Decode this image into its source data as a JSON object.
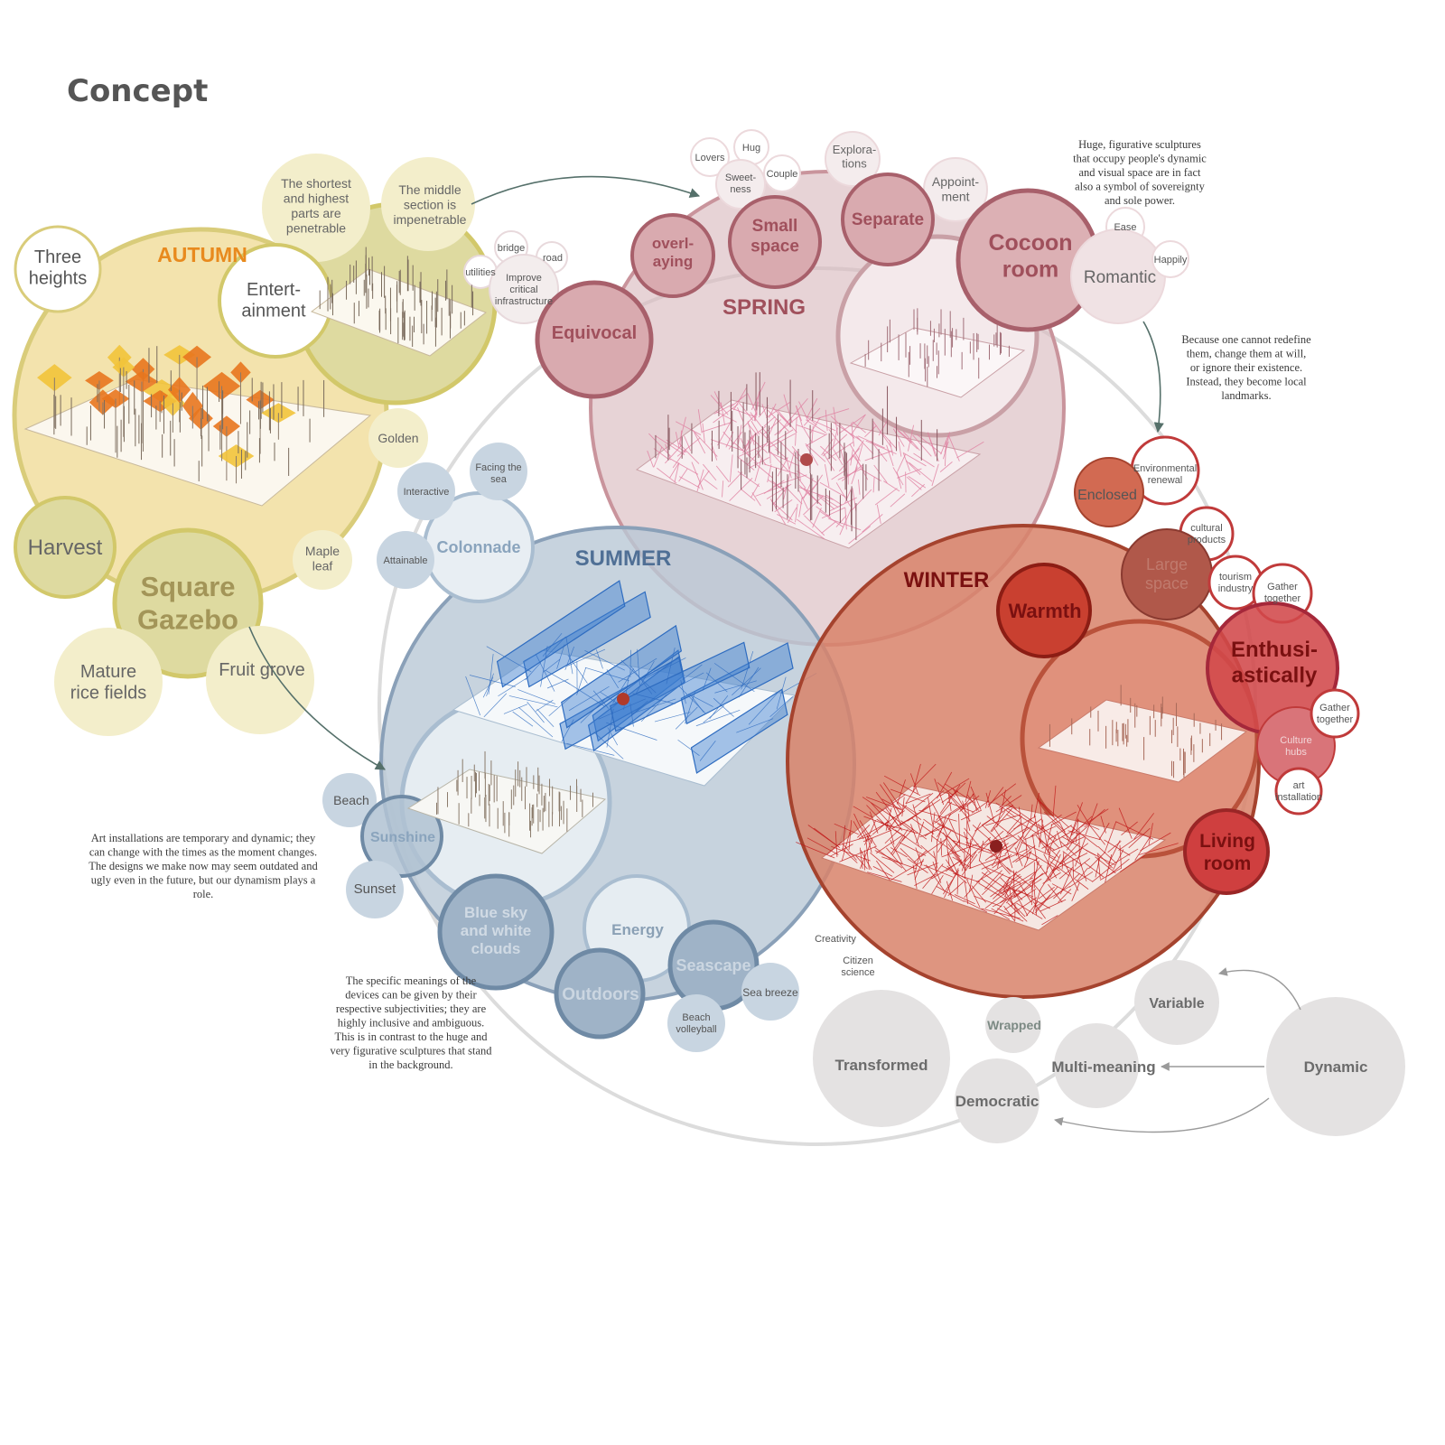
{
  "page": {
    "title": "Concept"
  },
  "colors": {
    "autumn": "#e8c84a",
    "autumn_text": "#e88a1e",
    "spring": "#d7a7ae",
    "spring_text": "#a0505c",
    "summer": "#8fa9c0",
    "summer_text": "#4f6f95",
    "winter": "#c8452c",
    "winter_text": "#7a1010",
    "grey": "#e4e2e2",
    "ring": "#d8d8d8"
  },
  "seasons": {
    "autumn": "AUTUMN",
    "spring": "SPRING",
    "summer": "SUMMER",
    "winter": "WINTER"
  },
  "bubbles": {
    "three_heights": [
      "Three",
      "heights"
    ],
    "entertainment": [
      "Entert-",
      "ainment"
    ],
    "shortest": [
      "The shortest",
      "and highest",
      "parts are",
      "penetrable"
    ],
    "middle": [
      "The middle",
      "section is",
      "impenetrable"
    ],
    "bridge": [
      "bridge"
    ],
    "road": [
      "road"
    ],
    "utilities": [
      "utilities"
    ],
    "infra": [
      "Improve",
      "critical",
      "infrastructure"
    ],
    "golden": [
      "Golden"
    ],
    "harvest": [
      "Harvest"
    ],
    "gazebo": [
      "Square",
      "Gazebo"
    ],
    "maple": [
      "Maple",
      "leaf"
    ],
    "rice": [
      "Mature",
      "rice fields"
    ],
    "fruit": [
      "Fruit grove"
    ],
    "lovers": [
      "Lovers"
    ],
    "hug": [
      "Hug"
    ],
    "sweetness": [
      "Sweet-",
      "ness"
    ],
    "couple": [
      "Couple"
    ],
    "explorations": [
      "Explora-",
      "tions"
    ],
    "appointment": [
      "Appoint-",
      "ment"
    ],
    "overlaying": [
      "overl-",
      "aying"
    ],
    "small_space": [
      "Small",
      "space"
    ],
    "separate": [
      "Separate"
    ],
    "cocoon": [
      "Cocoon",
      "room"
    ],
    "ease": [
      "Ease"
    ],
    "romantic": [
      "Romantic"
    ],
    "happily": [
      "Happily"
    ],
    "equivocal": [
      "Equivocal"
    ],
    "facing_sea": [
      "Facing the",
      "sea"
    ],
    "interactive": [
      "Interactive"
    ],
    "colonnade": [
      "Colonnade"
    ],
    "attainable": [
      "Attainable"
    ],
    "beach": [
      "Beach"
    ],
    "sunshine": [
      "Sunshine"
    ],
    "sunset": [
      "Sunset"
    ],
    "blue_sky": [
      "Blue sky",
      "and white",
      "clouds"
    ],
    "energy": [
      "Energy"
    ],
    "outdoors": [
      "Outdoors"
    ],
    "seascape": [
      "Seascape"
    ],
    "sea_breeze": [
      "Sea breeze"
    ],
    "beach_volleyball": [
      "Beach",
      "volleyball"
    ],
    "env_renewal": [
      "Environmental",
      "renewal"
    ],
    "enclosed": [
      "Enclosed"
    ],
    "cultural_products": [
      "cultural",
      "products"
    ],
    "large_space": [
      "Large",
      "space"
    ],
    "warmth": [
      "Warmth"
    ],
    "tourism": [
      "tourism",
      "industry"
    ],
    "gather1": [
      "Gather",
      "together"
    ],
    "enthusiastically": [
      "Enthusi-",
      "astically"
    ],
    "gather2": [
      "Gather",
      "together"
    ],
    "culture_hubs": [
      "Culture",
      "hubs"
    ],
    "art_installation": [
      "art",
      "installation"
    ],
    "living_room": [
      "Living",
      "room"
    ],
    "creativity": [
      "Creativity"
    ],
    "citizen": [
      "Citizen",
      "science"
    ],
    "variable": [
      "Variable"
    ],
    "wrapped": [
      "Wrapped"
    ],
    "transformed": [
      "Transformed"
    ],
    "multi_meaning": [
      "Multi-meaning"
    ],
    "dynamic": [
      "Dynamic"
    ],
    "democratic": [
      "Democratic"
    ]
  },
  "notes": {
    "sculptures": [
      "Huge, figurative sculptures",
      "that occupy people's dynamic",
      "and visual space are in fact",
      "also a symbol of sovereignty",
      "and sole power."
    ],
    "landmarks": [
      "Because one cannot redefine",
      "them, change them at will,",
      "or ignore their existence.",
      "Instead, they become local",
      "landmarks."
    ],
    "art_installations": [
      "Art installations are temporary and dynamic; they",
      "can change with the times as the moment changes.",
      "The designs we make now may seem outdated and",
      "ugly even in the future, but our dynamism plays a",
      "role."
    ],
    "meanings": [
      "The specific meanings of the",
      "devices can be given by their",
      "respective subjectivities; they are",
      "highly inclusive and ambiguous.",
      "This is in contrast to the huge and",
      "very figurative sculptures that stand",
      "in the background."
    ]
  }
}
